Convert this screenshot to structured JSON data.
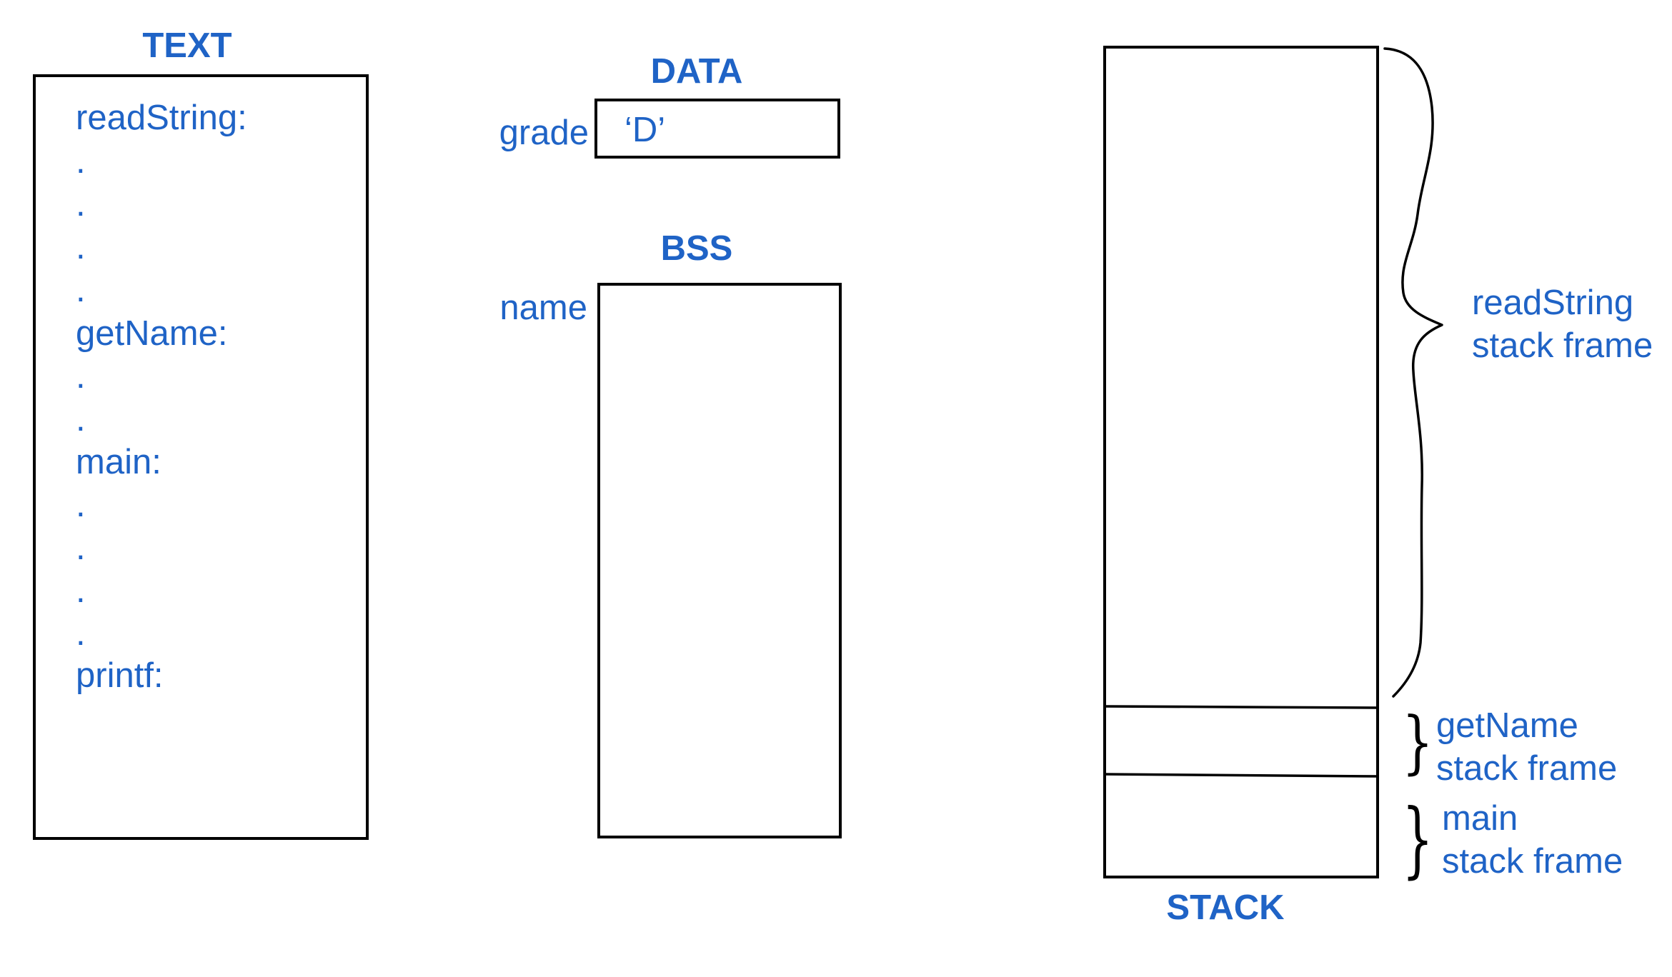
{
  "text_segment": {
    "heading": "TEXT",
    "lines": [
      "readString:",
      ".",
      ".",
      ".",
      ".",
      "getName:",
      ".",
      ".",
      "main:",
      ".",
      ".",
      ".",
      ".",
      "printf:"
    ]
  },
  "data_segment": {
    "heading": "DATA",
    "variable_name": "grade",
    "variable_value": "‘D’"
  },
  "bss_segment": {
    "heading": "BSS",
    "variable_name": "name"
  },
  "stack_segment": {
    "heading": "STACK",
    "frames": [
      {
        "line1": "readString",
        "line2": "stack frame"
      },
      {
        "line1": "getName",
        "line2": "stack frame"
      },
      {
        "line1": "main",
        "line2": "stack frame"
      }
    ]
  },
  "colors": {
    "label_blue": "#1f63c6",
    "outline": "#000000"
  }
}
